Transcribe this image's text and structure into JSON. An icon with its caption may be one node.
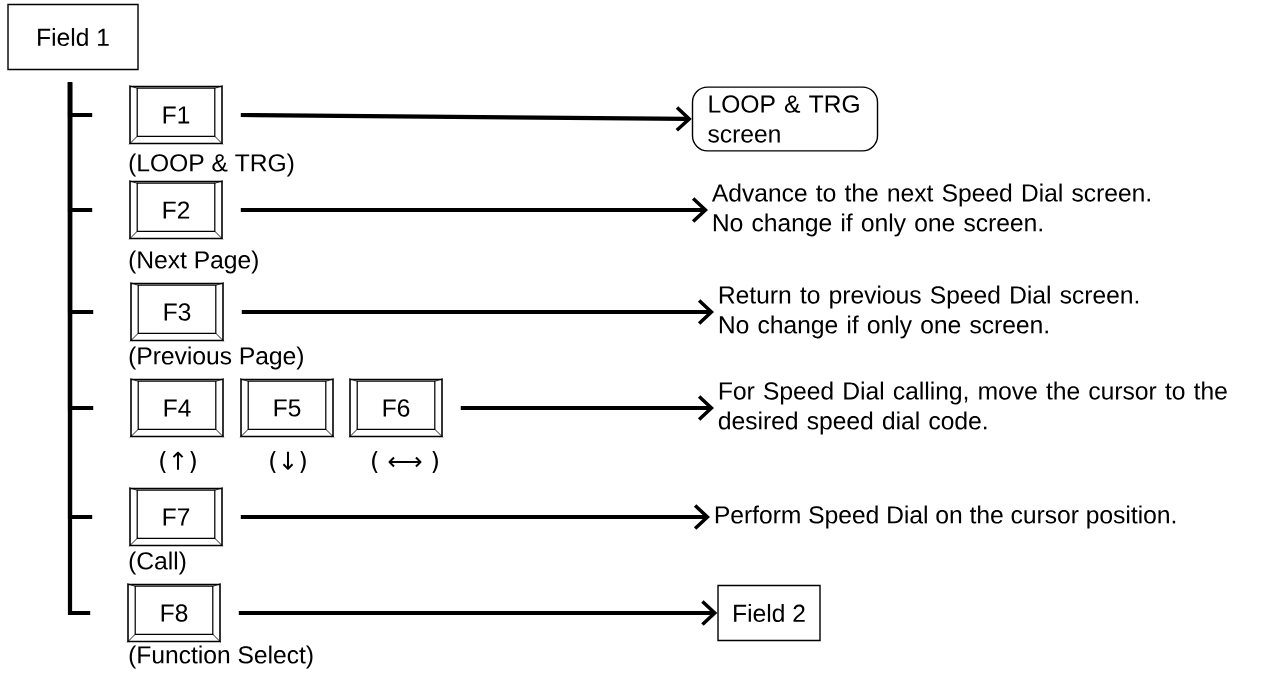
{
  "diagram": {
    "nodes": [
      {
        "text": [
          "Field 1"
        ]
      },
      {
        "text": [
          "F1"
        ],
        "beside": [
          "(LOOP & TRG)"
        ]
      },
      {
        "text": [
          "F2"
        ],
        "beside": [
          "(Next Page)"
        ]
      },
      {
        "text": [
          "F3"
        ],
        "beside": [
          "(Previous Page)"
        ]
      },
      {
        "text": [
          "F4"
        ],
        "beside": [
          "(↑)"
        ]
      },
      {
        "text": [
          "F5"
        ],
        "beside": [
          "(↓)"
        ]
      },
      {
        "text": [
          "F6"
        ],
        "beside": [
          "( ⟷ )"
        ]
      },
      {
        "text": [
          "F7"
        ],
        "beside": [
          "(Call)"
        ]
      },
      {
        "text": [
          "F8"
        ],
        "beside": [
          "(Function Select)"
        ]
      },
      {
        "text": [
          "LOOP & TRG screen"
        ]
      },
      {
        "text": [
          "Advance to the next Speed Dial screen. No change if only one screen."
        ]
      },
      {
        "text": [
          "Return to previous Speed Dial screen. No change if only one screen."
        ]
      },
      {
        "text": [
          "For Speed Dial calling, move the cursor to the desired speed dial code."
        ]
      },
      {
        "text": [
          "Perform Speed Dial on the cursor position."
        ]
      },
      {
        "text": [
          "Field 2"
        ]
      }
    ],
    "edges": [
      {
        "from": 0,
        "to": 1,
        "arrow": "none"
      },
      {
        "from": 0,
        "to": 2,
        "arrow": "none"
      },
      {
        "from": 0,
        "to": 3,
        "arrow": "none"
      },
      {
        "from": 0,
        "to": 4,
        "arrow": "none"
      },
      {
        "from": 0,
        "to": 7,
        "arrow": "none"
      },
      {
        "from": 0,
        "to": 8,
        "arrow": "none"
      },
      {
        "from": 1,
        "to": 9,
        "arrow": "to"
      },
      {
        "from": 2,
        "to": 10,
        "arrow": "to"
      },
      {
        "from": 3,
        "to": 11,
        "arrow": "to"
      },
      {
        "from": 6,
        "to": 12,
        "arrow": "to"
      },
      {
        "from": 7,
        "to": 13,
        "arrow": "to"
      },
      {
        "from": 8,
        "to": 14,
        "arrow": "to"
      }
    ]
  }
}
